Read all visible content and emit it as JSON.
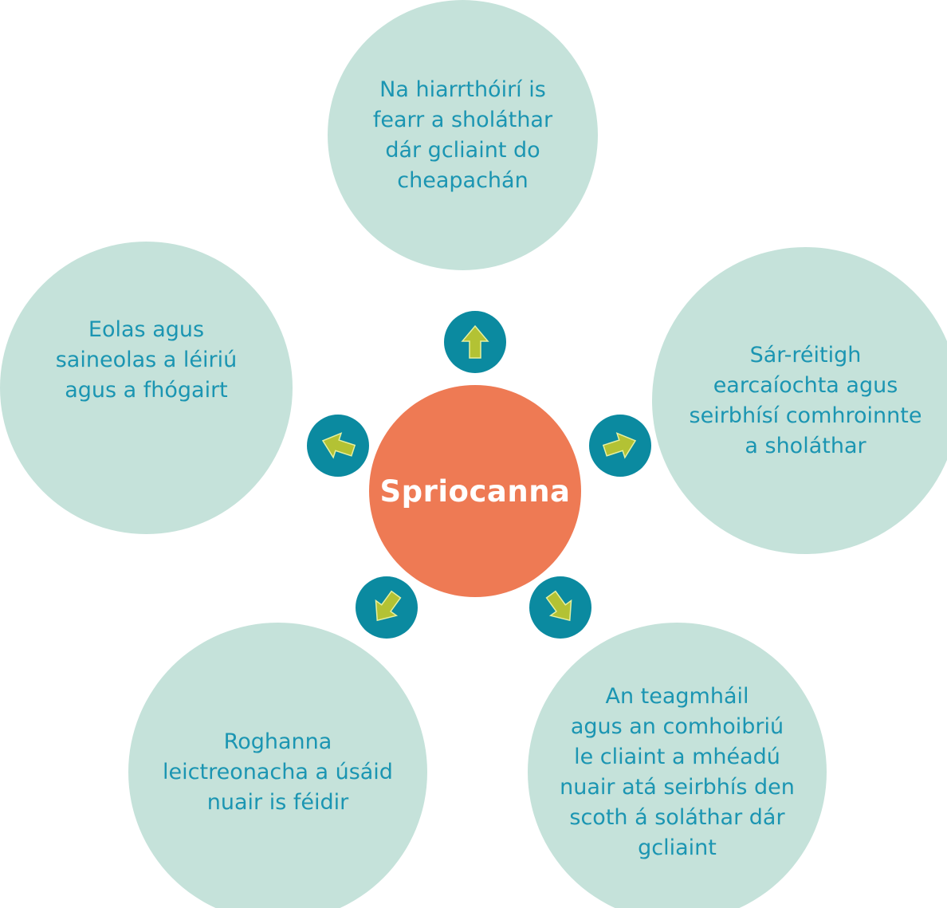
{
  "diagram": {
    "center": {
      "label": "Spriocanna"
    },
    "goals": [
      {
        "id": "top",
        "text": "Na hiarrthóirí is\nfearr a sholáthar\ndár gcliaint do\ncheapachán"
      },
      {
        "id": "right",
        "text": "Sár-réitigh\nearcaíochta agus\nseirbhísí comhroinnte\na sholáthar"
      },
      {
        "id": "bottom-right",
        "text": "An teagmháil\nagus an comhoibriú\nle cliaint a mhéadú\nnuair atá seirbhís den\nscoth á soláthar dár\ngcliaint"
      },
      {
        "id": "bottom-left",
        "text": "Roghanna\nleictreonacha a úsáid\nnuair is féidir"
      },
      {
        "id": "left",
        "text": "Eolas agus\nsaineolas a léiriú\nagus a fhógairt"
      }
    ],
    "colors": {
      "outer_circle": "#c5e2da",
      "outer_text": "#1b95b2",
      "center_circle": "#ee7a54",
      "center_text": "#ffffff",
      "arrow_circle": "#0b8aa0",
      "arrow_fill": "#b3c234"
    },
    "arrow_icon": "block-arrow-icon"
  }
}
